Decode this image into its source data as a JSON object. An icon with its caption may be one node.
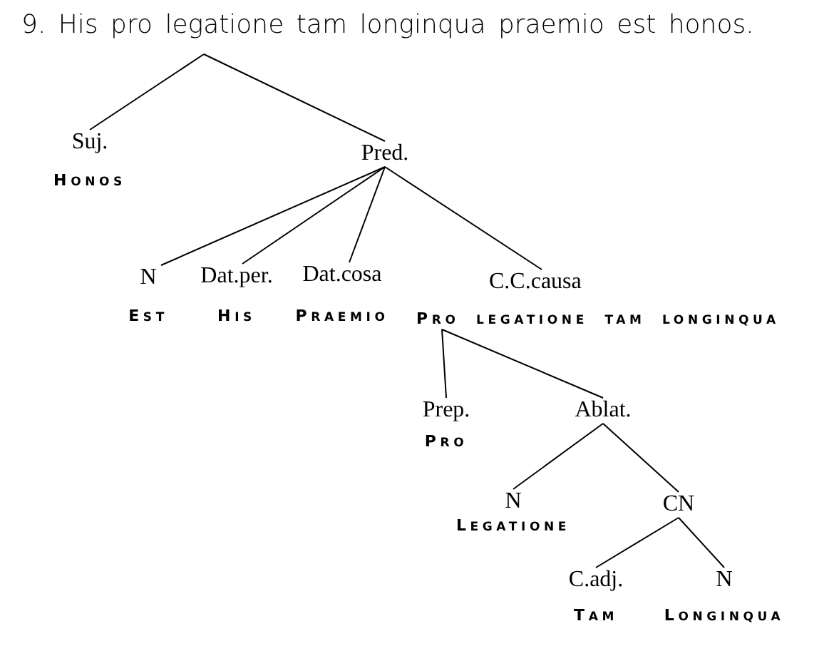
{
  "diagram": {
    "nodes": [
      {
        "text": [
          "9. His pro legatione tam longinqua praemio est honos."
        ]
      },
      {
        "text": [
          "Suj.",
          "HONOS"
        ]
      },
      {
        "text": [
          "Pred."
        ]
      },
      {
        "text": [
          "N",
          "EST"
        ]
      },
      {
        "text": [
          "Dat.per.",
          "HIS"
        ]
      },
      {
        "text": [
          "Dat.cosa",
          "PRAEMIO"
        ]
      },
      {
        "text": [
          "C.C.causa",
          "PRO LEGATIONE TAM LONGINQUA"
        ]
      },
      {
        "text": [
          "Prep.",
          "PRO"
        ]
      },
      {
        "text": [
          "Ablat."
        ]
      },
      {
        "text": [
          "N",
          "LEGATIONE"
        ]
      },
      {
        "text": [
          "CN"
        ]
      },
      {
        "text": [
          "C.adj.",
          "TAM"
        ]
      },
      {
        "text": [
          "N",
          "LONGINQUA"
        ]
      }
    ],
    "edges": [
      {
        "from": 0,
        "to": 1,
        "arrow": "none"
      },
      {
        "from": 0,
        "to": 2,
        "arrow": "none"
      },
      {
        "from": 2,
        "to": 3,
        "arrow": "none"
      },
      {
        "from": 2,
        "to": 4,
        "arrow": "none"
      },
      {
        "from": 2,
        "to": 5,
        "arrow": "none"
      },
      {
        "from": 2,
        "to": 6,
        "arrow": "none"
      },
      {
        "from": 6,
        "to": 7,
        "arrow": "none"
      },
      {
        "from": 6,
        "to": 8,
        "arrow": "none"
      },
      {
        "from": 8,
        "to": 9,
        "arrow": "none"
      },
      {
        "from": 8,
        "to": 10,
        "arrow": "none"
      },
      {
        "from": 10,
        "to": 11,
        "arrow": "none"
      },
      {
        "from": 10,
        "to": 12,
        "arrow": "none"
      }
    ]
  }
}
